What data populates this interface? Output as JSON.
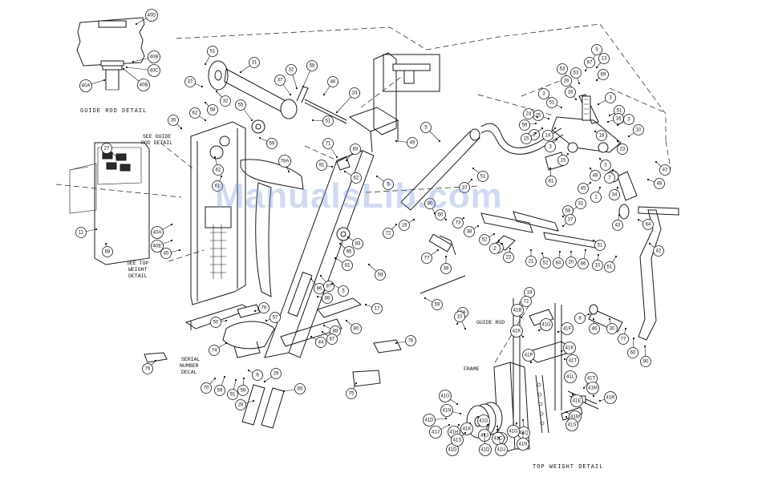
{
  "watermark": "ManualsLib.com",
  "captions": {
    "guide_rod_detail": "GUIDE ROD DETAIL",
    "top_weight_detail": "TOP WEIGHT DETAIL"
  },
  "labels": {
    "see_guide_rod_detail": [
      "SEE GUIDE",
      "ROD DETAIL"
    ],
    "see_top_weight_detail": [
      "SEE TOP",
      "WEIGHT",
      "DETAIL"
    ],
    "serial_number_decal": [
      "SERIAL",
      "NUMBER",
      "DECAL"
    ],
    "guide_rod": "GUIDE ROD",
    "frame": "FRAME"
  },
  "parts": [
    {
      "n": "40D"
    },
    {
      "n": "40B"
    },
    {
      "n": "40C"
    },
    {
      "n": "40B"
    },
    {
      "n": "40A"
    },
    {
      "n": "51"
    },
    {
      "n": "31"
    },
    {
      "n": "37"
    },
    {
      "n": "32"
    },
    {
      "n": "58"
    },
    {
      "n": "37"
    },
    {
      "n": "46"
    },
    {
      "n": "32"
    },
    {
      "n": "58"
    },
    {
      "n": "55"
    },
    {
      "n": "33"
    },
    {
      "n": "51"
    },
    {
      "n": "62"
    },
    {
      "n": "35"
    },
    {
      "n": "59"
    },
    {
      "n": "27"
    },
    {
      "n": "62"
    },
    {
      "n": "78A"
    },
    {
      "n": "71"
    },
    {
      "n": "83"
    },
    {
      "n": "91"
    },
    {
      "n": "62"
    },
    {
      "n": "5"
    },
    {
      "n": "49"
    },
    {
      "n": "61"
    },
    {
      "n": "11"
    },
    {
      "n": "68"
    },
    {
      "n": "40A"
    },
    {
      "n": "40E"
    },
    {
      "n": "45"
    },
    {
      "n": "83"
    },
    {
      "n": "95"
    },
    {
      "n": "81"
    },
    {
      "n": "86"
    },
    {
      "n": "87"
    },
    {
      "n": "5"
    },
    {
      "n": "88"
    },
    {
      "n": "76"
    },
    {
      "n": "57"
    },
    {
      "n": "50"
    },
    {
      "n": "74"
    },
    {
      "n": "76"
    },
    {
      "n": "88"
    },
    {
      "n": "44"
    },
    {
      "n": "87"
    },
    {
      "n": "80"
    },
    {
      "n": "17"
    },
    {
      "n": "76"
    },
    {
      "n": "29"
    },
    {
      "n": "6"
    },
    {
      "n": "70"
    },
    {
      "n": "59"
    },
    {
      "n": "91"
    },
    {
      "n": "59"
    },
    {
      "n": "85"
    },
    {
      "n": "28"
    },
    {
      "n": "75"
    },
    {
      "n": "59"
    },
    {
      "n": "58"
    },
    {
      "n": "5"
    },
    {
      "n": "51"
    },
    {
      "n": "10"
    },
    {
      "n": "72"
    },
    {
      "n": "19"
    },
    {
      "n": "90"
    },
    {
      "n": "60"
    },
    {
      "n": "73"
    },
    {
      "n": "38"
    },
    {
      "n": "52"
    },
    {
      "n": "4"
    },
    {
      "n": "77"
    },
    {
      "n": "39"
    },
    {
      "n": "22"
    },
    {
      "n": "2"
    },
    {
      "n": "21"
    },
    {
      "n": "52"
    },
    {
      "n": "84"
    },
    {
      "n": "20"
    },
    {
      "n": "66"
    },
    {
      "n": "10"
    },
    {
      "n": "32"
    },
    {
      "n": "58"
    },
    {
      "n": "37"
    },
    {
      "n": "9"
    },
    {
      "n": "13"
    },
    {
      "n": "69"
    },
    {
      "n": "67"
    },
    {
      "n": "53"
    },
    {
      "n": "53"
    },
    {
      "n": "26"
    },
    {
      "n": "16"
    },
    {
      "n": "3"
    },
    {
      "n": "3"
    },
    {
      "n": "51"
    },
    {
      "n": "25"
    },
    {
      "n": "24"
    },
    {
      "n": "56"
    },
    {
      "n": "3"
    },
    {
      "n": "15"
    },
    {
      "n": "3"
    },
    {
      "n": "14"
    },
    {
      "n": "3"
    },
    {
      "n": "10"
    },
    {
      "n": "18"
    },
    {
      "n": "23"
    },
    {
      "n": "51"
    },
    {
      "n": "16"
    },
    {
      "n": "15"
    },
    {
      "n": "3"
    },
    {
      "n": "48"
    },
    {
      "n": "61"
    },
    {
      "n": "47"
    },
    {
      "n": "7"
    },
    {
      "n": "45"
    },
    {
      "n": "1"
    },
    {
      "n": "34"
    },
    {
      "n": "48"
    },
    {
      "n": "64"
    },
    {
      "n": "43"
    },
    {
      "n": "42"
    },
    {
      "n": "51"
    },
    {
      "n": "51"
    },
    {
      "n": "59"
    },
    {
      "n": "10"
    },
    {
      "n": "8"
    },
    {
      "n": "46"
    },
    {
      "n": "30"
    },
    {
      "n": "77"
    },
    {
      "n": "60"
    },
    {
      "n": "90"
    },
    {
      "n": "19"
    },
    {
      "n": "72"
    },
    {
      "n": "41B"
    },
    {
      "n": "41G"
    },
    {
      "n": "41K"
    },
    {
      "n": "41F"
    },
    {
      "n": "41K"
    },
    {
      "n": "41P"
    },
    {
      "n": "41T"
    },
    {
      "n": "41L"
    },
    {
      "n": "41T"
    },
    {
      "n": "41E"
    },
    {
      "n": "41M"
    },
    {
      "n": "41R"
    },
    {
      "n": "41M"
    },
    {
      "n": "41G"
    },
    {
      "n": "41S"
    },
    {
      "n": "41Q"
    },
    {
      "n": "41N"
    },
    {
      "n": "41D"
    },
    {
      "n": "41J"
    },
    {
      "n": "41H"
    },
    {
      "n": "41K"
    },
    {
      "n": "41G"
    },
    {
      "n": "41J"
    },
    {
      "n": "41D"
    },
    {
      "n": "41S"
    },
    {
      "n": "41J"
    },
    {
      "n": "41D"
    },
    {
      "n": "41C"
    },
    {
      "n": "41U"
    },
    {
      "n": "41G"
    },
    {
      "n": "41N"
    }
  ]
}
